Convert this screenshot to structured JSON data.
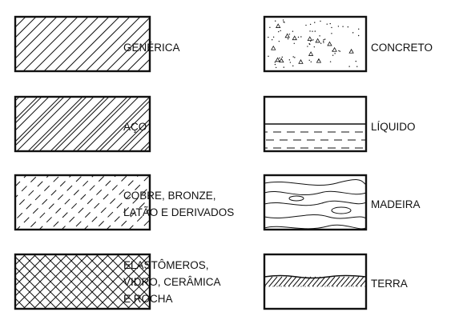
{
  "legend": [
    {
      "id": "generica",
      "pattern": "diagonal-hatch",
      "lines": [
        "GENÉRICA"
      ]
    },
    {
      "id": "aco",
      "pattern": "diagonal-hatch-double",
      "lines": [
        "AÇO"
      ]
    },
    {
      "id": "cobre",
      "pattern": "dashed-diagonal",
      "lines": [
        "COBRE, BRONZE,",
        "LATÃO E DERIVADOS"
      ]
    },
    {
      "id": "elastomeros",
      "pattern": "cross-hatch",
      "lines": [
        "ELASTÔMEROS,",
        "VIDRO, CERÂMICA",
        "E ROCHA"
      ]
    },
    {
      "id": "concreto",
      "pattern": "stipple-triangles",
      "lines": [
        "CONCRETO"
      ]
    },
    {
      "id": "liquido",
      "pattern": "liquid-dashes",
      "lines": [
        "LÍQUIDO"
      ]
    },
    {
      "id": "madeira",
      "pattern": "wood-grain",
      "lines": [
        "MADEIRA"
      ]
    },
    {
      "id": "terra",
      "pattern": "earth-hatch",
      "lines": [
        "TERRA"
      ]
    }
  ],
  "colors": {
    "stroke": "#111111",
    "background": "#ffffff"
  }
}
